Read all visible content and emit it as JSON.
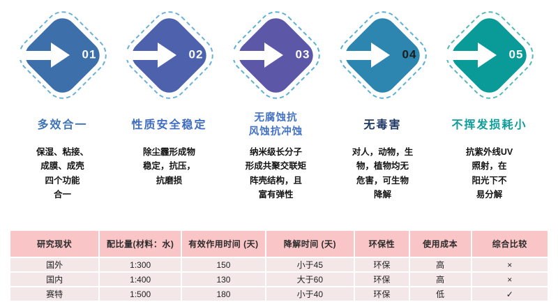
{
  "features": [
    {
      "number": "01",
      "title": "多效合一",
      "description": "保湿、粘接、\n成膜、成壳\n四个功能\n合一",
      "colors": {
        "diamond": "#3d6fab",
        "number": "#ffffff",
        "title": "#3e74b7",
        "outline": "#6ab0d8"
      }
    },
    {
      "number": "02",
      "title": "性质安全稳定",
      "description": "除尘霾形成物\n稳定，抗压，\n抗磨损",
      "colors": {
        "diamond": "#4d61ac",
        "number": "#ffffff",
        "title": "#3f6cc0",
        "outline": "#6ab0d8"
      }
    },
    {
      "number": "03",
      "title": "无腐蚀抗\n风蚀抗冲蚀",
      "description": "纳米级长分子\n形成共聚交联矩\n阵壳结构，且\n富有弹性",
      "colors": {
        "diamond": "#5d57a7",
        "number": "#ffffff",
        "title": "#4472c4",
        "outline": "#5cb0d6"
      }
    },
    {
      "number": "04",
      "title": "无毒害",
      "description": "对人，动物，生\n物，植物均无\n危害，可生物\n降解",
      "colors": {
        "diamond": "#2d86b0",
        "number": "#1c1c1c",
        "title": "#1f3864",
        "outline": "#5cb0d6"
      }
    },
    {
      "number": "05",
      "title": "不挥发损耗小",
      "description": "抗紫外线UV\n照射，在\n阳光下不\n易分解",
      "colors": {
        "diamond": "#0a9b98",
        "number": "#ffffff",
        "title": "#0d9c9a",
        "outline": "#54b8b4"
      }
    }
  ],
  "table": {
    "headers": [
      "研究现状",
      "配比量(材料：水)",
      "有效作用时间 (天)",
      "降解时间 (天)",
      "环保性",
      "使用成本",
      "综合比较"
    ],
    "rows": [
      [
        "国外",
        "1:300",
        "150",
        "小于45",
        "环保",
        "高",
        "×"
      ],
      [
        "国内",
        "1:400",
        "130",
        "大于60",
        "环保",
        "高",
        "×"
      ],
      [
        "赛特",
        "1:500",
        "180",
        "小于40",
        "环保",
        "低",
        "✓"
      ]
    ],
    "colors": {
      "header_bg": "#fac5c7",
      "row_bg": "#f4e7e8"
    }
  }
}
